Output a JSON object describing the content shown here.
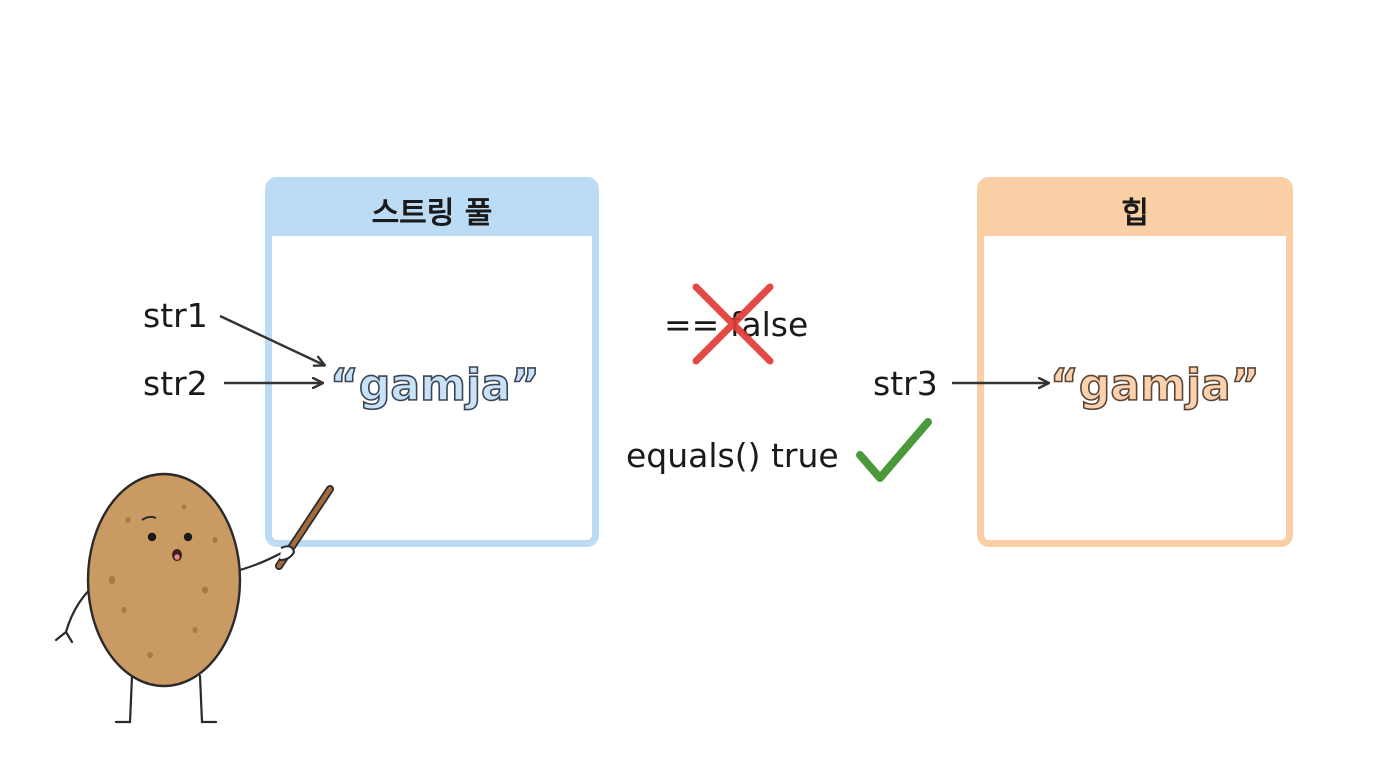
{
  "pool": {
    "title": "스트링 풀",
    "literal": "“gamja”"
  },
  "heap": {
    "title": "힙",
    "literal": "“gamja”"
  },
  "variables": {
    "str1": "str1",
    "str2": "str2",
    "str3": "str3"
  },
  "comparisons": {
    "identity": {
      "label": "== false",
      "mark": "x-mark-icon"
    },
    "equality": {
      "label": "equals() true",
      "mark": "check-mark-icon"
    }
  },
  "mascot": "potato-character-icon",
  "colors": {
    "pool": "#bcdcf6",
    "heap": "#fbcfa6",
    "cross": "#e23b36",
    "check": "#4a9a3c"
  }
}
